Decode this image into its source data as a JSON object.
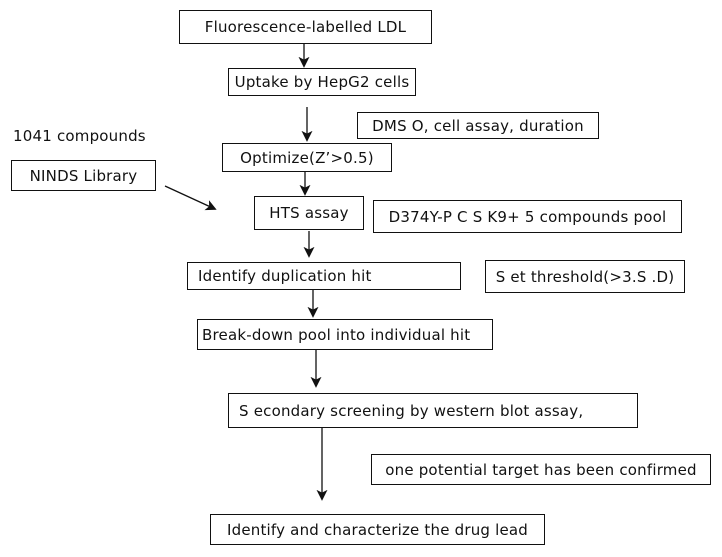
{
  "diagram": {
    "steps": {
      "fluorescence": "Fluorescence-labelled LDL",
      "uptake": "Uptake by HepG2 cells",
      "optimize": "Optimize(Z’>0.5)",
      "hts": "HTS assay",
      "identify_hit": "Identify duplication hit",
      "breakdown": "Break-down pool into  individual hit",
      "secondary": "S econdary screening   by western blot assay,",
      "lead": "Identify and characterize the drug lead"
    },
    "side_notes": {
      "dmso": "DMS O, cell assay, duration",
      "d374y": "D374Y-P C S K9+ 5 compounds pool",
      "threshold": "S et threshold(>3.S .D)",
      "confirmed": "one potential target has been confirmed"
    },
    "library": {
      "count": "1041 compounds",
      "name": "NINDS  Library"
    }
  }
}
